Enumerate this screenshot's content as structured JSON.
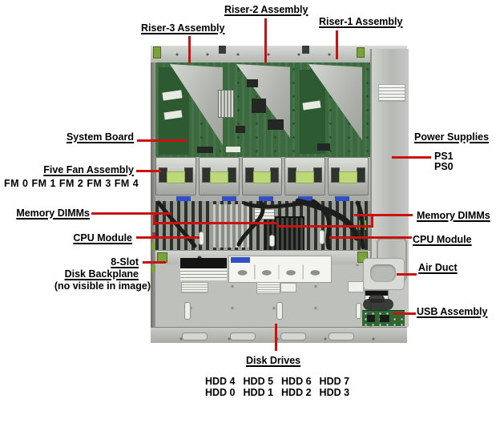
{
  "figure": {
    "description": "Top view of a rack server chassis with component callouts",
    "callouts": {
      "riser2": "Riser-2 Assembly",
      "riser3": "Riser-3 Assembly",
      "riser1": "Riser-1 Assembly",
      "system_board": "System Board",
      "five_fan_assembly": "Five Fan Assembly",
      "fan_modules_row": "FM 0 FM 1 FM 2 FM 3 FM 4",
      "memory_dimms_left": "Memory DIMMs",
      "cpu_module_left": "CPU Module",
      "disk_backplane_line1": "8-Slot",
      "disk_backplane_line2": "Disk Backplane",
      "disk_backplane_note": "(no visible in image)",
      "power_supplies": "Power Supplies",
      "power_supply_units": [
        "PS1",
        "PS0"
      ],
      "memory_dimms_right": "Memory DIMMs",
      "cpu_module_right": "CPU Module",
      "air_duct": "Air Duct",
      "usb_assembly": "USB Assembly",
      "disk_drives": "Disk Drives"
    },
    "hdd_labels": {
      "row_top": [
        "HDD 4",
        "HDD 5",
        "HDD 6",
        "HDD 7"
      ],
      "row_bottom": [
        "HDD 0",
        "HDD 1",
        "HDD 2",
        "HDD 3"
      ]
    },
    "colors": {
      "callout_line_red": "#cc1111",
      "label_text": "#000000",
      "chassis_gray": "#bec0bc",
      "pcb_green": "#3a6a3e",
      "fan_sticker_green": "#bcd878",
      "connector_label_blue": "#3250c6",
      "background": "#ffffff"
    }
  }
}
